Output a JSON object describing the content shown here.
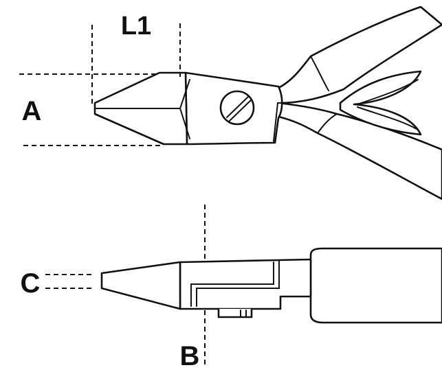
{
  "labels": {
    "length": "L1",
    "height": "A",
    "tip_width": "C",
    "body_width": "B"
  },
  "colors": {
    "line": "#111111",
    "background": "#ffffff"
  }
}
